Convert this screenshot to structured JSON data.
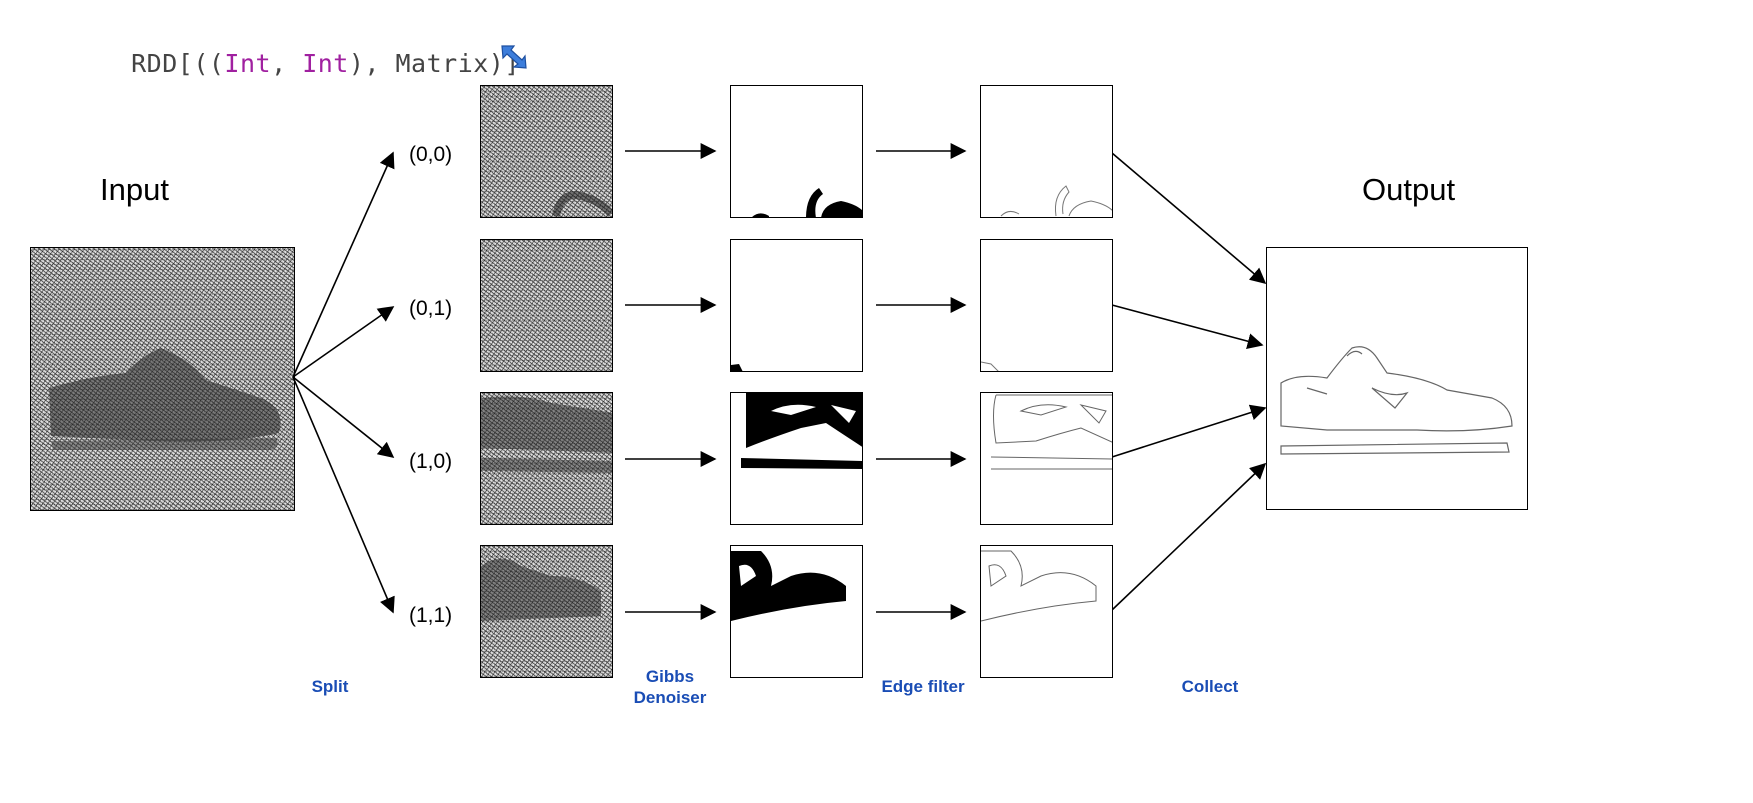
{
  "rdd_type": {
    "prefix": "RDD[((",
    "t1": "Int",
    "sep1": ", ",
    "t2": "Int",
    "suffix": "), Matrix)]"
  },
  "labels": {
    "input": "Input",
    "output": "Output"
  },
  "partitions": [
    "(0,0)",
    "(0,1)",
    "(1,0)",
    "(1,1)"
  ],
  "stages": {
    "split": "Split",
    "gibbs_line1": "Gibbs",
    "gibbs_line2": "Denoiser",
    "edge": "Edge filter",
    "collect": "Collect"
  },
  "colors": {
    "stage_text": "#1a4db5",
    "type_keyword": "#a020a0",
    "pointer_icon": "#3c7ddb"
  },
  "icons": [
    "pointer-arrow-icon"
  ]
}
